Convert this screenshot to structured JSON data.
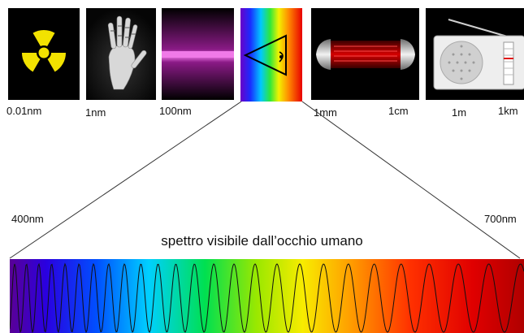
{
  "image_labels": {
    "gamma": "0.01nm",
    "xray": "1nm",
    "uv": "100nm",
    "microwave_start": "1mm",
    "microwave_end": "1cm",
    "radio_start": "1m",
    "radio_end": "1km"
  },
  "visible": {
    "start": "400nm",
    "end": "700nm",
    "caption": "spettro visibile dall’occhio umano"
  },
  "colors": {
    "radiation_yellow": "#f2e200",
    "uv_band": "#f07ae8",
    "microwave_band": "#d40000"
  }
}
